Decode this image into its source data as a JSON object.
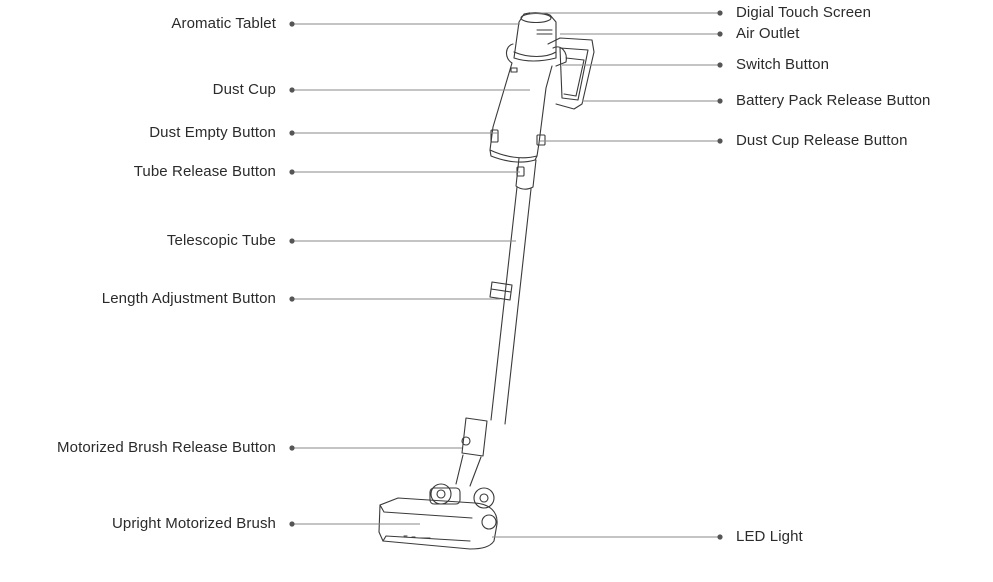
{
  "diagram": {
    "left_labels": [
      "Aromatic Tablet",
      "Dust Cup",
      "Dust Empty Button",
      "Tube Release Button",
      "Telescopic Tube",
      "Length Adjustment Button",
      "Motorized Brush Release Button",
      "Upright Motorized Brush"
    ],
    "right_labels": [
      "Digial Touch Screen",
      "Air Outlet",
      "Switch Button",
      "Battery Pack Release Button",
      "Dust Cup Release Button",
      "LED Light"
    ]
  },
  "colors": {
    "line": "#8a8a8a",
    "outline": "#3a3a3a",
    "text": "#2b2b2b"
  }
}
